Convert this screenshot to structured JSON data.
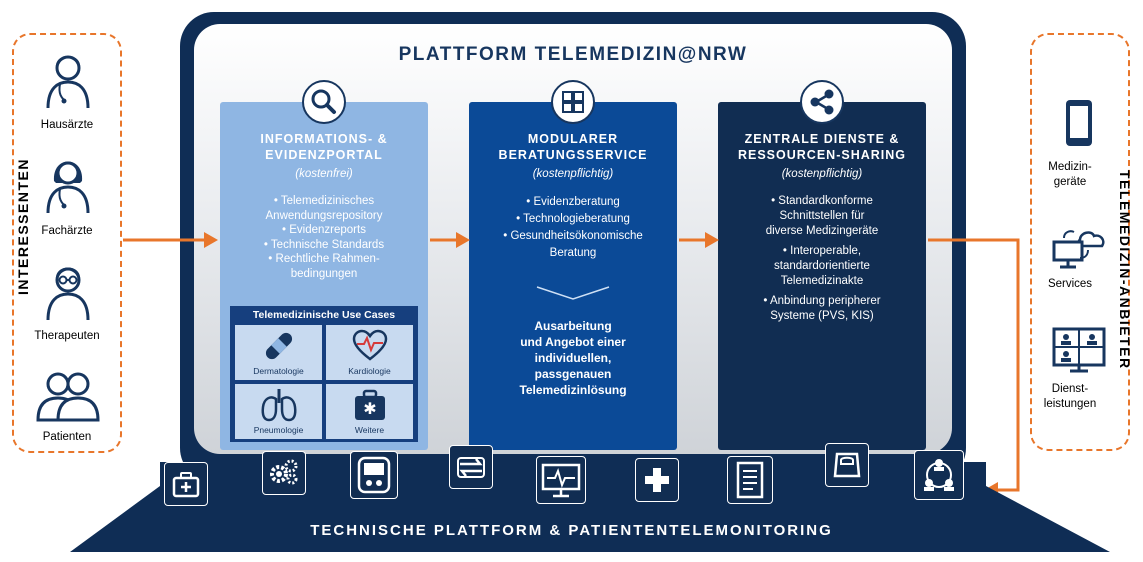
{
  "platform_title": "PLATTFORM TELEMEDIZIN@NRW",
  "bottom_title": "TECHNISCHE  PLATTFORM  &  PATIENTENTELEMONITORING",
  "left_vertical": "INTERESSENTEN",
  "right_vertical": "TELEMEDIZIN-ANBIETER",
  "stakeholders": [
    "Hausärzte",
    "Fachärzte",
    "Therapeuten",
    "Patienten"
  ],
  "providers": {
    "medizingeraete": [
      "Medizin-",
      "geräte"
    ],
    "services": [
      "Services"
    ],
    "dienstleistungen": [
      "Dienst-",
      "leistungen"
    ]
  },
  "col1": {
    "title_1": "INFORMATIONS- &",
    "title_2": "EVIDENZPORTAL",
    "subtitle": "(kostenfrei)",
    "items": [
      "• Telemedizinisches",
      "Anwendungsrepository",
      "• Evidenzreports",
      "• Technische Standards",
      "• Rechtliche Rahmen-",
      "bedingungen"
    ],
    "use_cases_title": "Telemedizinische Use Cases",
    "use_cases": [
      "Dermatologie",
      "Kardiologie",
      "Pneumologie",
      "Weitere"
    ]
  },
  "col2": {
    "title_1": "MODULARER",
    "title_2": "BERATUNGSSERVICE",
    "subtitle": "(kostenpflichtig)",
    "items": [
      "• Evidenzberatung",
      "• Technologieberatung",
      "• Gesundheitsökonomische",
      "Beratung"
    ],
    "bottom": [
      "Ausarbeitung",
      "und Angebot einer",
      "individuellen,",
      "passgenauen",
      "Telemedizinlösung"
    ]
  },
  "col3": {
    "title_1": "ZENTRALE DIENSTE &",
    "title_2": "RESSOURCEN-SHARING",
    "subtitle": "(kostenpflichtig)",
    "items": [
      "• Standardkonforme",
      "Schnittstellen für",
      "diverse Medizingeräte",
      "• Interoperable,",
      "standardorientierte",
      "Telemedizinakte",
      "• Anbindung peripherer",
      "Systeme (PVS, KIS)"
    ]
  },
  "colors": {
    "navy": "#112d52",
    "orange": "#e8762b",
    "light_blue": "#8fb6e3",
    "mid_blue": "#0b4a97"
  }
}
